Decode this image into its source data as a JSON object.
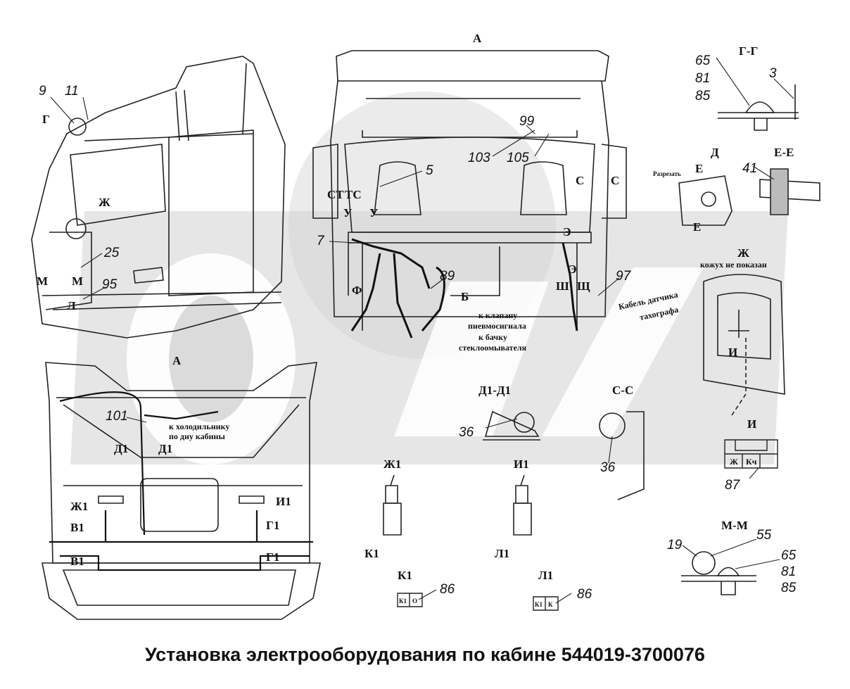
{
  "caption": "Установка электрооборудования по кабине 544019-3700076",
  "view_labels": {
    "arrow_A_top": "А",
    "view_A": "А",
    "section_GG": "Г-Г",
    "section_D": "Д",
    "section_EE": "Е-Е",
    "section_ZH": "Ж",
    "zh_note": "кожух не показан",
    "section_I": "И",
    "section_D1D1": "Д1-Д1",
    "section_CC": "С-С",
    "section_MM": "М-М",
    "detail_ZH1": "Ж1",
    "detail_I1": "И1",
    "detail_K1": "К1",
    "detail_L1": "Л1",
    "cut_label": "Разрезать"
  },
  "notes": {
    "to_fridge_1": "к холодильнику",
    "to_fridge_2": "по дну кабины",
    "pneumo_1": "к клапану",
    "pneumo_2": "пневмосигнала",
    "washer_1": "к бачку",
    "washer_2": "стеклоомывателя",
    "tacho_1": "Кабель датчика",
    "tacho_2": "тахографа"
  },
  "letters": {
    "G": "Г",
    "ZH": "Ж",
    "M1": "М",
    "M2": "М",
    "L": "Л",
    "S1": "С",
    "S2": "С",
    "ST": "СТ",
    "TS": "ТС",
    "U1": "У",
    "U2": "У",
    "E_up": "Е",
    "E_dn": "Е",
    "EH": "Э",
    "EH2": "Э",
    "SH": "Ш",
    "SHCH": "Щ",
    "F": "Ф",
    "B": "Б",
    "D1a": "Д1",
    "D1b": "Д1",
    "ZH1": "Ж1",
    "I1": "И1",
    "V1a": "В1",
    "V1b": "В1",
    "G1a": "Г1",
    "G1b": "Г1",
    "K1": "К1",
    "L1": "Л1",
    "I": "И",
    "ZH_box": "Ж",
    "KCH": "Кч",
    "K1_box1": "К1",
    "K1_box2": "О",
    "L1_box1": "К1",
    "L1_box2": "К"
  },
  "numbers": {
    "n9": "9",
    "n11": "11",
    "n25": "25",
    "n95": "95",
    "n99": "99",
    "n103": "103",
    "n105": "105",
    "n5": "5",
    "n7": "7",
    "n89": "89",
    "n97": "97",
    "n101": "101",
    "n36a": "36",
    "n36b": "36",
    "n3": "3",
    "gg65": "65",
    "gg81": "81",
    "gg85": "85",
    "n41": "41",
    "n87": "87",
    "n86a": "86",
    "n86b": "86",
    "n19": "19",
    "n55": "55",
    "mm65": "65",
    "mm81": "81",
    "mm85": "85"
  }
}
